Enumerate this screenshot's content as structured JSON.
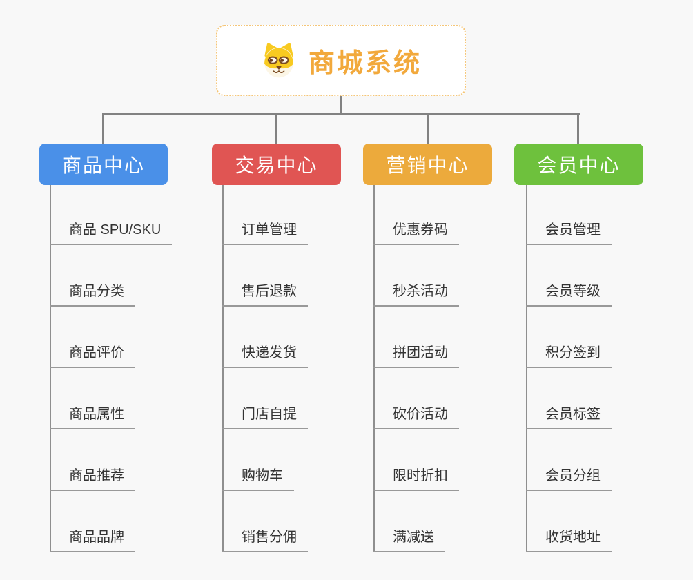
{
  "root": {
    "title": "商城系统",
    "icon": "dog-face-icon",
    "title_color": "#f2a93c",
    "border_color": "#f5c678"
  },
  "columns": [
    {
      "title": "商品中心",
      "color": "#4a90e8",
      "items": [
        "商品 SPU/SKU",
        "商品分类",
        "商品评价",
        "商品属性",
        "商品推荐",
        "商品品牌"
      ]
    },
    {
      "title": "交易中心",
      "color": "#e05553",
      "items": [
        "订单管理",
        "售后退款",
        "快递发货",
        "门店自提",
        "购物车",
        "销售分佣"
      ]
    },
    {
      "title": "营销中心",
      "color": "#ecaa3c",
      "items": [
        "优惠券码",
        "秒杀活动",
        "拼团活动",
        "砍价活动",
        "限时折扣",
        "满减送"
      ]
    },
    {
      "title": "会员中心",
      "color": "#6ec13d",
      "items": [
        "会员管理",
        "会员等级",
        "积分签到",
        "会员标签",
        "会员分组",
        "收货地址"
      ]
    }
  ],
  "style": {
    "background": "#f8f8f8",
    "connector_color": "#828282",
    "underline_color": "#999999",
    "leaf_text_color": "#333333"
  }
}
